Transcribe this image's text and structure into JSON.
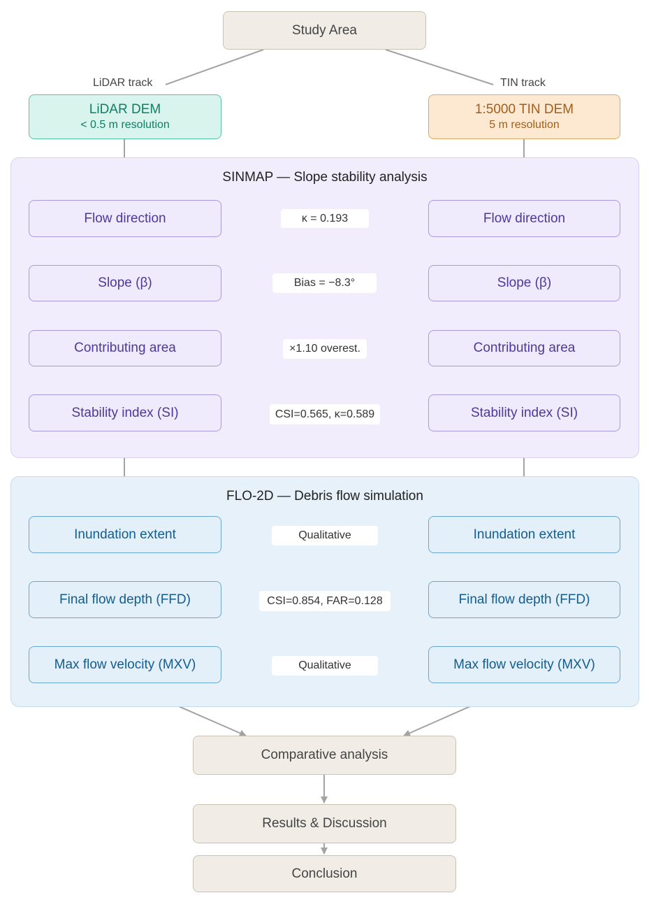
{
  "top": {
    "study_area": "Study Area"
  },
  "tracks": {
    "lidar_label": "LiDAR track",
    "tin_label": "TIN track"
  },
  "lidar_dem": {
    "title": "LiDAR DEM",
    "subtitle": "< 0.5 m resolution"
  },
  "tin_dem": {
    "title": "1:5000 TIN DEM",
    "subtitle": "5 m resolution"
  },
  "sinmap": {
    "title": "SINMAP — Slope stability analysis",
    "steps": [
      "Flow direction",
      "Slope (β)",
      "Contributing area",
      "Stability index (SI)"
    ],
    "metrics": [
      "κ = 0.193",
      "Bias = −8.3°",
      "×1.10 overest.",
      "CSI=0.565, κ=0.589"
    ]
  },
  "flo2d": {
    "title": "FLO-2D — Debris flow simulation",
    "steps": [
      "Inundation extent",
      "Final flow depth (FFD)",
      "Max flow velocity (MXV)"
    ],
    "metrics": [
      "Qualitative",
      "CSI=0.854, FAR=0.128",
      "Qualitative"
    ]
  },
  "bottom": {
    "comparative": "Comparative analysis",
    "results": "Results & Discussion",
    "conclusion": "Conclusion"
  },
  "colors": {
    "lidar_accent": "#58c4a3",
    "tin_accent": "#e0a862",
    "sinmap_panel": "#f1edfc",
    "flo2d_panel": "#e6f1fa",
    "arrow": "#a3a3a3"
  }
}
